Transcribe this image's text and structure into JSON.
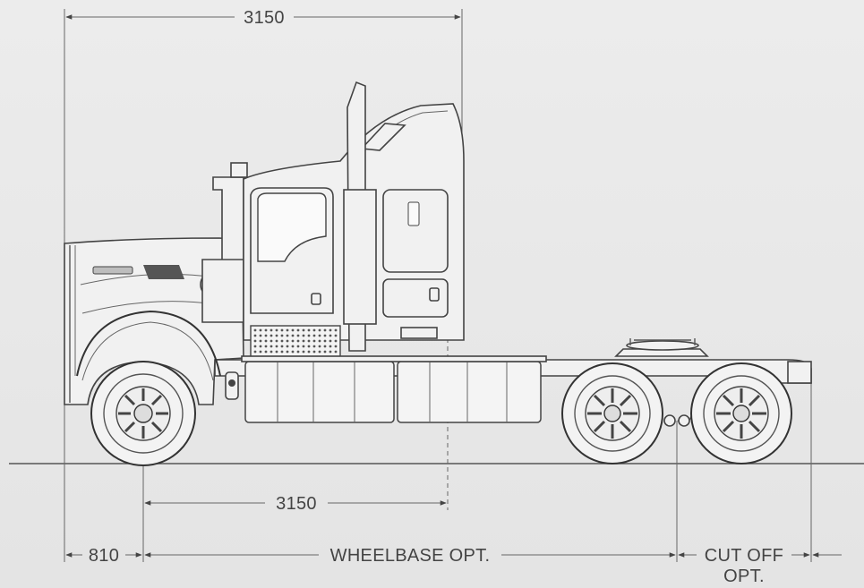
{
  "dimensions": {
    "overall_top": "3150",
    "middle": "3150",
    "front_overhang": "810",
    "wheelbase": "WHEELBASE OPT.",
    "cutoff_line1": "CUT OFF",
    "cutoff_line2": "OPT."
  },
  "colors": {
    "background": "#e8e8e8",
    "line": "#444444",
    "text": "#444444"
  }
}
